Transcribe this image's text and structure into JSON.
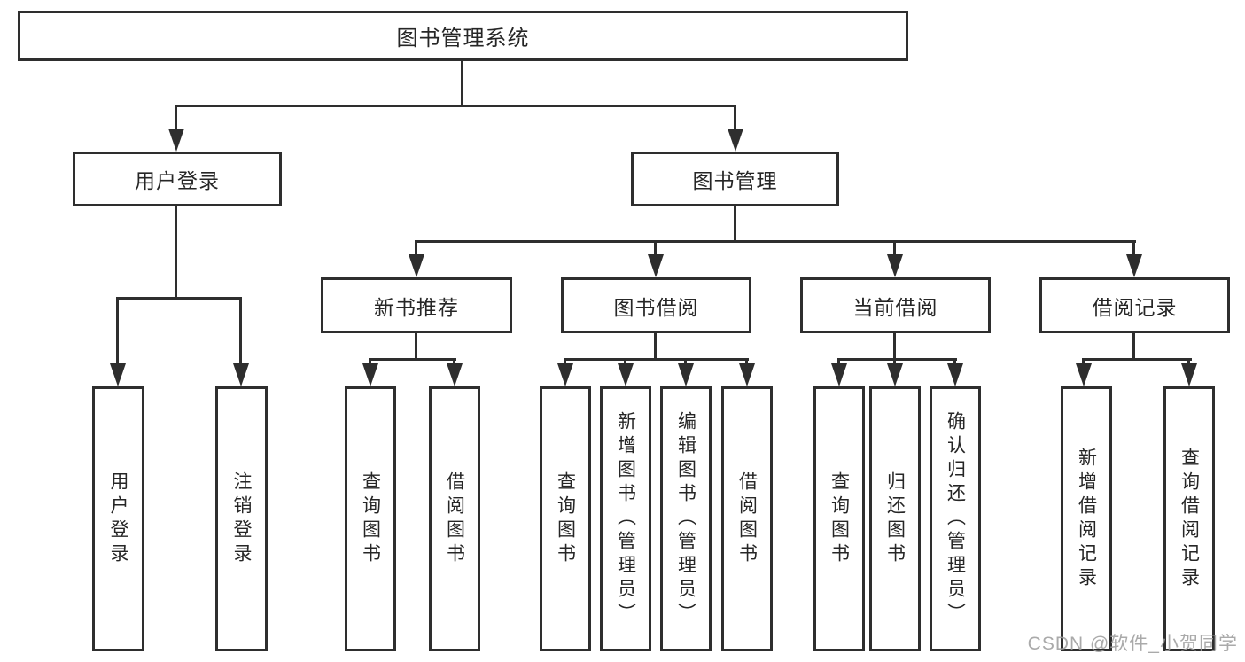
{
  "diagram": {
    "title": "图书管理系统",
    "nodes": {
      "root": {
        "label": "图书管理系统"
      },
      "user_login": {
        "label": "用户登录"
      },
      "book_mgmt": {
        "label": "图书管理"
      },
      "new_book_rec": {
        "label": "新书推荐"
      },
      "book_borrow": {
        "label": "图书借阅"
      },
      "current_borrow": {
        "label": "当前借阅"
      },
      "borrow_record": {
        "label": "借阅记录"
      },
      "leaf_user_login": {
        "label": "用户登录"
      },
      "leaf_logout": {
        "label": "注销登录"
      },
      "leaf_query_book_rec": {
        "label": "查询图书"
      },
      "leaf_borrow_book_rec": {
        "label": "借阅图书"
      },
      "leaf_query_book_borrow": {
        "label": "查询图书"
      },
      "leaf_add_book_admin": {
        "label": "新增图书（管理员）"
      },
      "leaf_edit_book_admin": {
        "label": "编辑图书（管理员）"
      },
      "leaf_borrow_book_borrow": {
        "label": "借阅图书"
      },
      "leaf_query_book_current": {
        "label": "查询图书"
      },
      "leaf_return_book": {
        "label": "归还图书"
      },
      "leaf_confirm_return_admin": {
        "label": "确认归还（管理员）"
      },
      "leaf_add_borrow_record": {
        "label": "新增借阅记录"
      },
      "leaf_query_borrow_record": {
        "label": "查询借阅记录"
      }
    },
    "watermark": "CSDN @软件_小贺同学",
    "colors": {
      "line": "#2e2e2e",
      "text": "#262626",
      "watermark": "#9e9e9e",
      "background": "#ffffff"
    }
  }
}
